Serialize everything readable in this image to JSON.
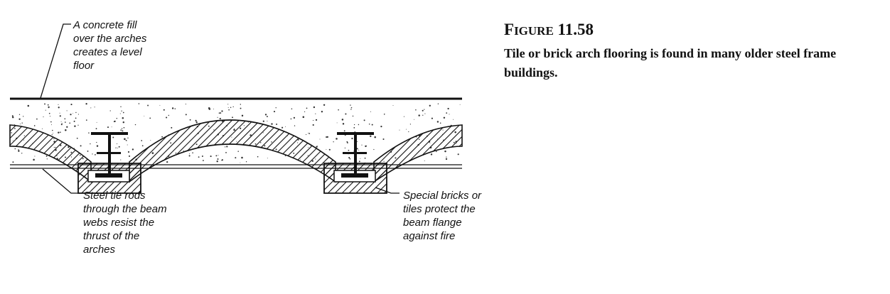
{
  "figure": {
    "label_initial": "F",
    "label_rest": "IGURE",
    "label_number": "11.58",
    "caption": "Tile or brick arch flooring is found in many older steel frame buildings."
  },
  "callouts": {
    "concrete_fill": "A concrete fill\nover the arches\ncreates a level\nfloor",
    "tie_rods": "Steel tie rods\nthrough the beam\nwebs resist the\nthrust of the\narches",
    "special_bricks": "Special bricks or\ntiles protect the\nbeam flange\nagainst fire"
  },
  "colors": {
    "ink": "#111111",
    "paper": "#ffffff"
  }
}
